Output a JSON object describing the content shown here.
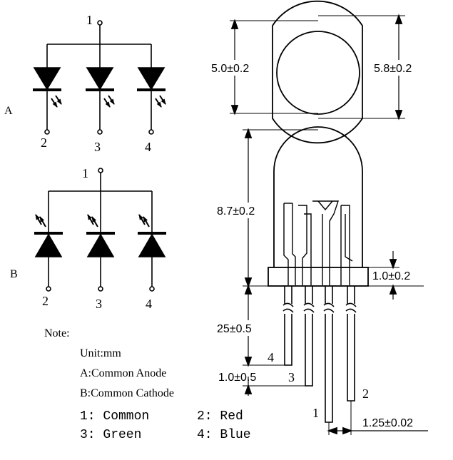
{
  "schematic_a": {
    "label": "A",
    "pin_common": "1",
    "pins": [
      "2",
      "3",
      "4"
    ]
  },
  "schematic_b": {
    "label": "B",
    "pin_common": "1",
    "pins": [
      "2",
      "3",
      "4"
    ]
  },
  "dimensions": {
    "lens_diameter": "5.0±0.2",
    "flange_diameter": "5.8±0.2",
    "body_height": "8.7±0.2",
    "flange_height": "1.0±0.2",
    "lead_length": "25±0.5",
    "lead_offset": "1.0±0.5",
    "lead_pitch": "1.25±0.02"
  },
  "package_pins": {
    "pin1": "1",
    "pin2": "2",
    "pin3": "3",
    "pin4": "4"
  },
  "notes": {
    "heading": "Note:",
    "unit": "Unit:mm",
    "a_desc": "A:Common Anode",
    "b_desc": "B:Common Cathode",
    "pin_map_1": "1: Common",
    "pin_map_2": "2: Red",
    "pin_map_3": "3: Green",
    "pin_map_4": "4: Blue"
  }
}
